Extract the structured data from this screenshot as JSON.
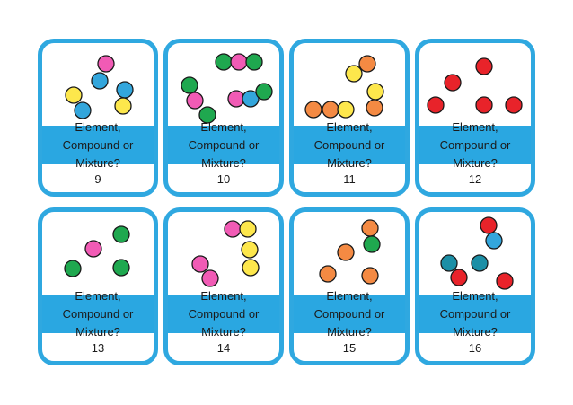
{
  "colors": {
    "card_border": "#2fa8e0",
    "band": "#2aa7e1",
    "pink": "#f15bb5",
    "blue": "#33a6dc",
    "yellow": "#fde74c",
    "green": "#1fa84f",
    "orange": "#f48a43",
    "red": "#e8232a",
    "teal": "#1c8fa6"
  },
  "question_lines": [
    "Element,",
    "Compound or",
    "Mixture?"
  ],
  "cards": [
    {
      "number": "9",
      "atoms": [
        "pink",
        "blue",
        "blue",
        "yellow",
        "yellow",
        "blue"
      ]
    },
    {
      "number": "10",
      "atoms": [
        "green",
        "pink",
        "green",
        "green",
        "pink",
        "green",
        "pink",
        "blue",
        "green"
      ]
    },
    {
      "number": "11",
      "atoms": [
        "orange",
        "yellow",
        "yellow",
        "orange",
        "yellow",
        "orange",
        "orange"
      ]
    },
    {
      "number": "12",
      "atoms": [
        "red",
        "red",
        "red",
        "red",
        "red"
      ]
    },
    {
      "number": "13",
      "atoms": [
        "green",
        "pink",
        "green",
        "green"
      ]
    },
    {
      "number": "14",
      "atoms": [
        "pink",
        "yellow",
        "yellow",
        "pink",
        "yellow",
        "pink"
      ]
    },
    {
      "number": "15",
      "atoms": [
        "orange",
        "green",
        "orange",
        "orange",
        "orange"
      ]
    },
    {
      "number": "16",
      "atoms": [
        "red",
        "blue",
        "teal",
        "teal",
        "red",
        "red"
      ]
    }
  ]
}
